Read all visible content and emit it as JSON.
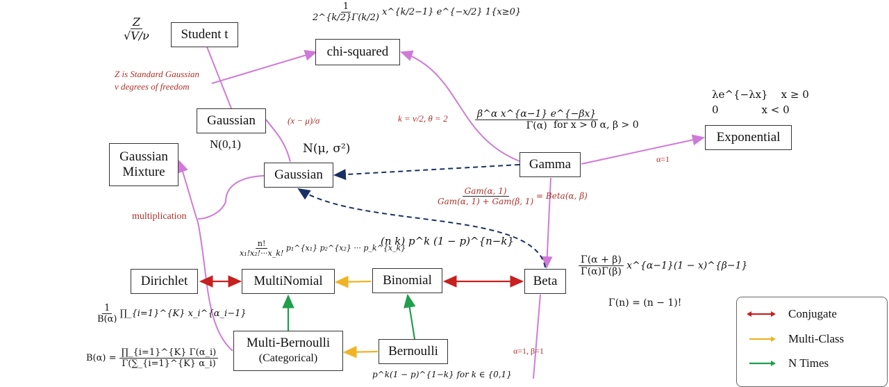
{
  "nodes": {
    "student_t": "Student t",
    "chi_squared": "chi-squared",
    "gaussian_std": "Gaussian",
    "gaussian_mixture_1": "Gaussian",
    "gaussian_mixture_2": "Mixture",
    "gaussian": "Gaussian",
    "gamma": "Gamma",
    "exponential": "Exponential",
    "dirichlet": "Dirichlet",
    "multinomial": "MultiNomial",
    "binomial": "Binomial",
    "beta": "Beta",
    "multi_bernoulli": "Multi-Bernoulli",
    "multi_bernoulli_sub": "(Categorical)",
    "bernoulli": "Bernoulli"
  },
  "labels": {
    "student_t_formula_num": "Z",
    "student_t_formula_den": "√V/ν",
    "z_note_1": "Z is  Standard Gaussian",
    "z_note_2": "v degrees of freedom",
    "std_normal": "N(0,1)",
    "standardize": "(x − μ)/σ",
    "normal_params": "N(μ, σ²)",
    "chi_pdf_num": "1",
    "chi_pdf_den": "2^{k/2}Γ(k/2)",
    "chi_pdf_rest": "x^{k/2−1} e^{−x/2} 1{x≥0}",
    "k_theta": "k = v/2, θ = 2",
    "gamma_pdf_num": "β^α x^{α−1} e^{−βx}",
    "gamma_pdf_den": "Γ(α)",
    "gamma_domain": "for x > 0   α, β > 0",
    "exp_pdf_1": "λe^{−λx}    x ≥ 0",
    "exp_pdf_2": "0             x < 0",
    "alpha_one": "α=1",
    "gam_ratio_num": "Gam(α, 1)",
    "gam_ratio_den": "Gam(α, 1) + Gam(β, 1)",
    "gam_ratio_eq": "= Beta(α, β)",
    "multiplication": "multiplication",
    "multinomial_pdf_num": "n!",
    "multinomial_pdf_den": "x₁!x₂!···x_k!",
    "multinomial_pdf_rest": "p₁^{x₁} p₂^{x₂} ··· p_k^{x_k}",
    "binomial_pdf": "(n k) p^k (1 − p)^{n−k}",
    "beta_pdf_num": "Γ(α + β)",
    "beta_pdf_den": "Γ(α)Γ(β)",
    "beta_pdf_rest": "x^{α−1}(1 − x)^{β−1}",
    "gamma_fn": "Γ(n) = (n − 1)!",
    "dirichlet_pdf_num": "1",
    "dirichlet_pdf_den": "B(α)",
    "dirichlet_pdf_rest": "∏_{i=1}^{K} x_i^{α_i−1}",
    "beta_fn_lhs": "B(α) =",
    "beta_fn_num": "∏_{i=1}^{K} Γ(α_i)",
    "beta_fn_den": "Γ(∑_{i=1}^{K} α_i)",
    "alpha_beta_one": "α=1,  β=1",
    "bernoulli_pdf_partial": "p^k(1 − p)^{1−k}  for k ∈ {0,1}"
  },
  "legend": [
    {
      "label": "Conjugate",
      "color": "#c8201e"
    },
    {
      "label": "Multi-Class",
      "color": "#f0b323"
    },
    {
      "label": "N Times",
      "color": "#1f9e4b"
    }
  ],
  "colors": {
    "transform": "#d07ad8",
    "dashed": "#1a2f66",
    "conjugate": "#c8201e",
    "multi_class": "#f0b323",
    "n_times": "#1f9e4b",
    "annotation": "#b0302a"
  }
}
